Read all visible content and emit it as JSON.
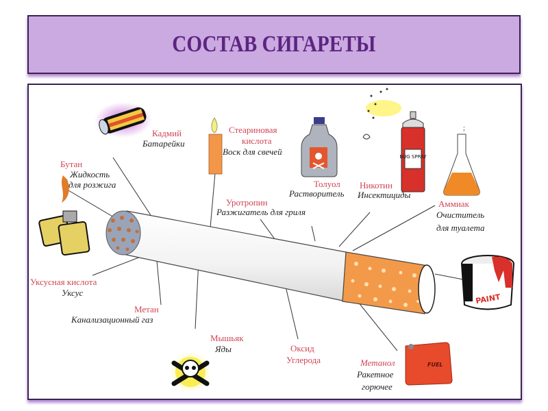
{
  "title": "СОСТАВ СИГАРЕТЫ",
  "labels": {
    "cadmium": {
      "name": "Кадмий",
      "use": "Батарейки"
    },
    "butane": {
      "name": "Бутан",
      "use1": "Жидкость",
      "use2": "для розжига"
    },
    "stearic": {
      "name1": "Стеариновая",
      "name2": "кислота",
      "use": "Воск для свечей"
    },
    "toluene": {
      "name": "Толуол",
      "use": "Растворитель"
    },
    "nicotine": {
      "name": "Никотин",
      "use": "Инсектициды"
    },
    "urotropin": {
      "name": "Уротропин",
      "use": "Разжигатель для гриля"
    },
    "ammonia": {
      "name": "Аммиак",
      "use1": "Очиститель",
      "use2": "для туалета"
    },
    "acetic": {
      "name": "Уксусная кислота",
      "use": "Уксус"
    },
    "methane": {
      "name": "Метан",
      "use": "Канализационный газ"
    },
    "arsenic": {
      "name": "Мышьяк",
      "use": "Яды"
    },
    "co": {
      "name1": "Оксид",
      "name2": "Углерода"
    },
    "methanol": {
      "name": "Метанол",
      "use1": "Ракетное",
      "use2": "горючее"
    }
  },
  "icon_text": {
    "bug_spray": "BUG SPRAY",
    "paint": "PAINT",
    "fuel": "FUEL"
  },
  "colors": {
    "title_bg": "#cba9e1",
    "title_text": "#5b2580",
    "frame_border": "#3a2350",
    "label_name": "#d04455",
    "filter": "#f0a050"
  }
}
